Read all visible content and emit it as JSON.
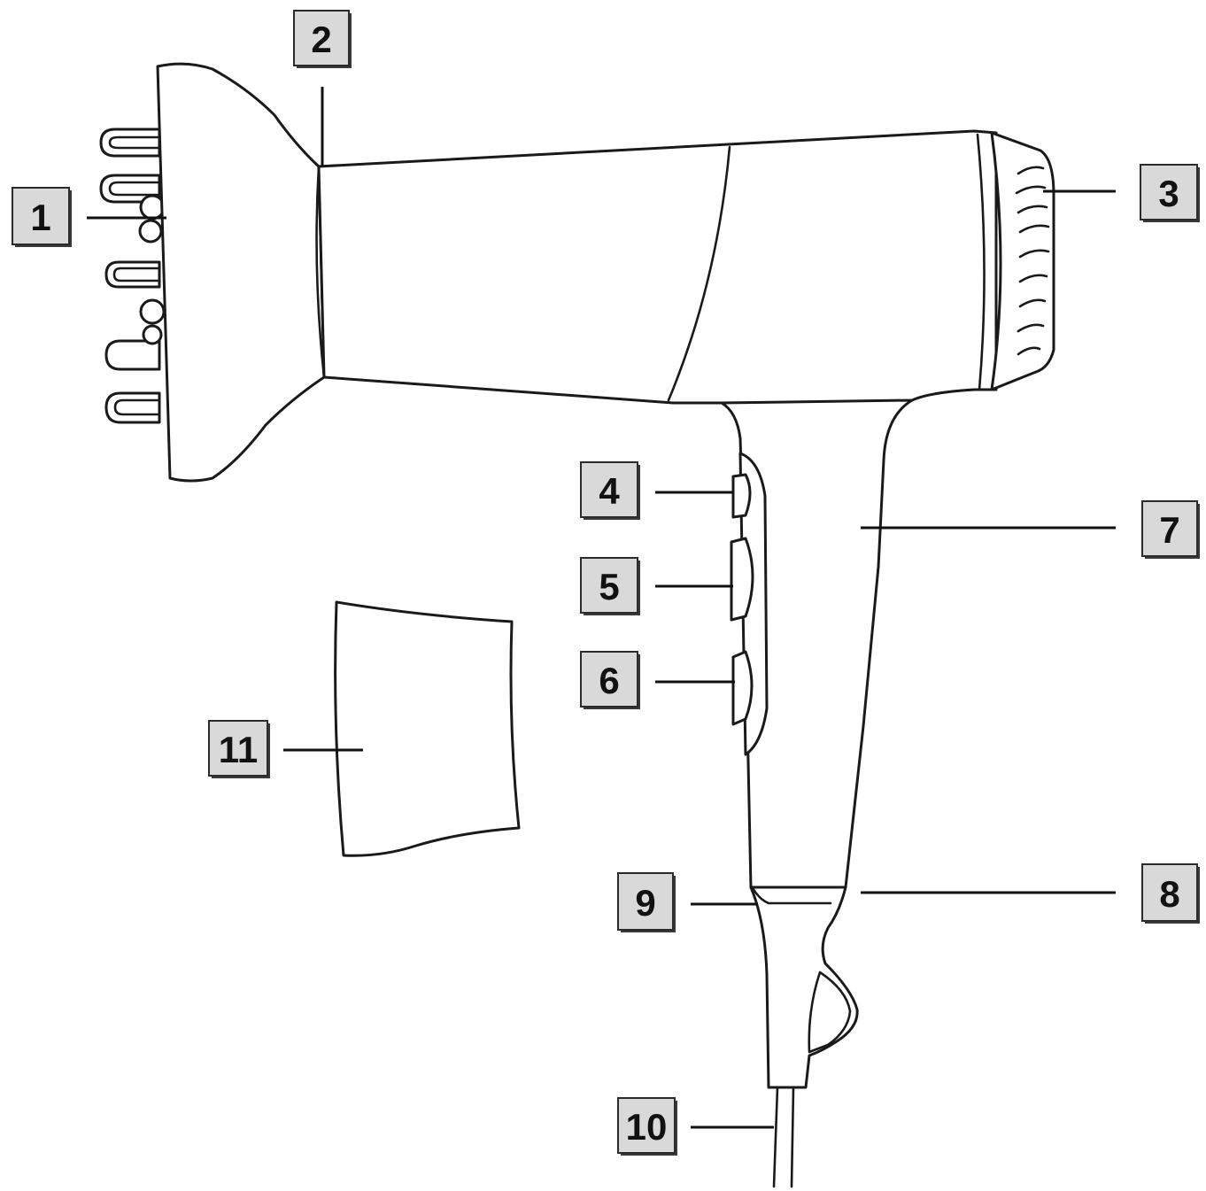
{
  "colors": {
    "badge_fill": "#d9d9d9",
    "line": "#1a1a1a"
  },
  "callouts": [
    {
      "id": "1",
      "label": "1"
    },
    {
      "id": "2",
      "label": "2"
    },
    {
      "id": "3",
      "label": "3"
    },
    {
      "id": "4",
      "label": "4"
    },
    {
      "id": "5",
      "label": "5"
    },
    {
      "id": "6",
      "label": "6"
    },
    {
      "id": "7",
      "label": "7"
    },
    {
      "id": "8",
      "label": "8"
    },
    {
      "id": "9",
      "label": "9"
    },
    {
      "id": "10",
      "label": "10"
    },
    {
      "id": "11",
      "label": "11"
    }
  ]
}
